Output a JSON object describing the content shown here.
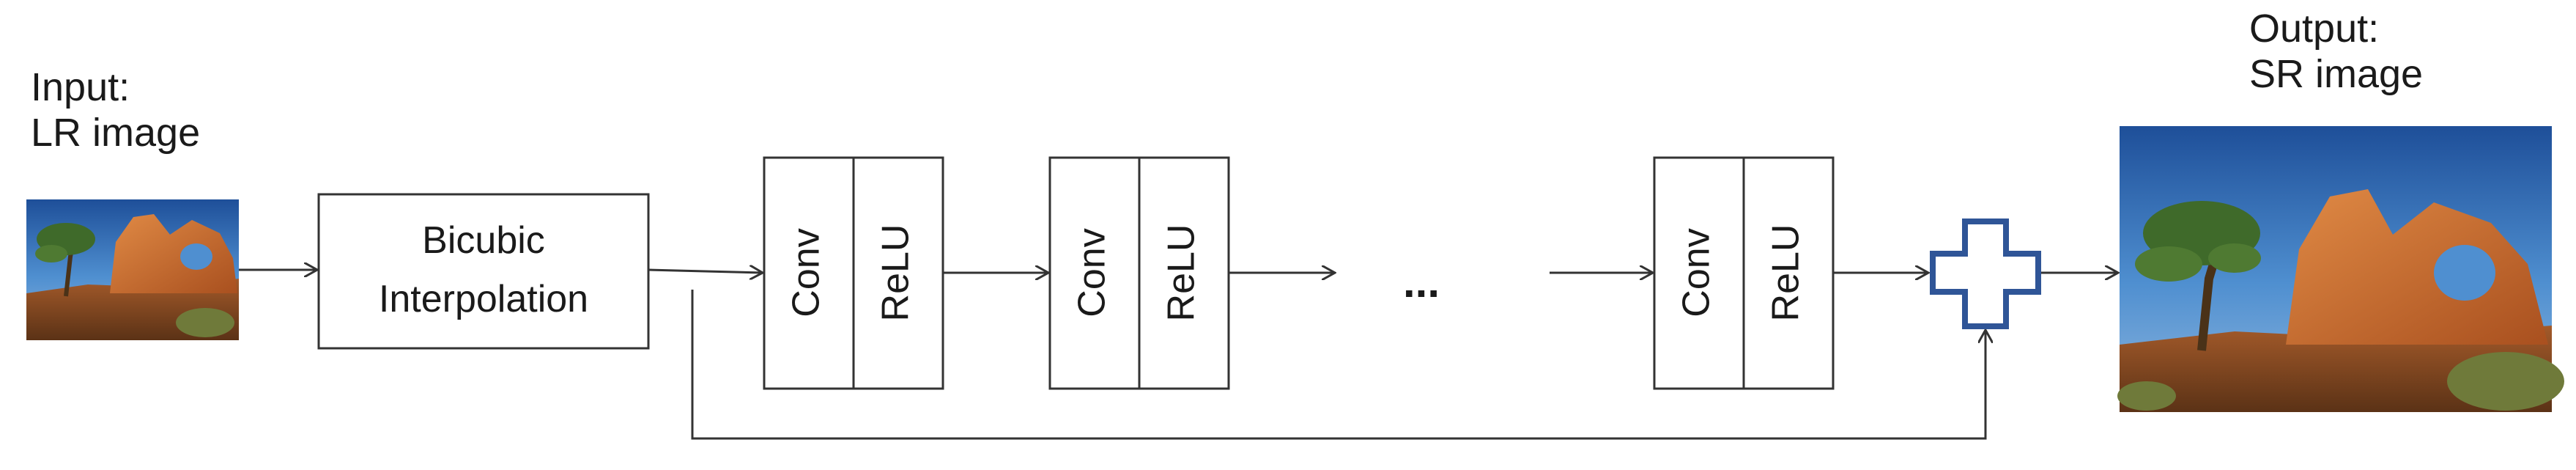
{
  "input": {
    "line1": "Input:",
    "line2": "LR image"
  },
  "output": {
    "line1": "Output:",
    "line2": "SR image"
  },
  "bicubic": {
    "line1": "Bicubic",
    "line2": "Interpolation"
  },
  "layer": {
    "conv": "Conv",
    "relu": "ReLU"
  },
  "ellipsis": "...",
  "colors": {
    "stroke": "#333333",
    "plus": "#2f5597",
    "sky": "#2f6fb8",
    "rock": "#c8682a"
  }
}
